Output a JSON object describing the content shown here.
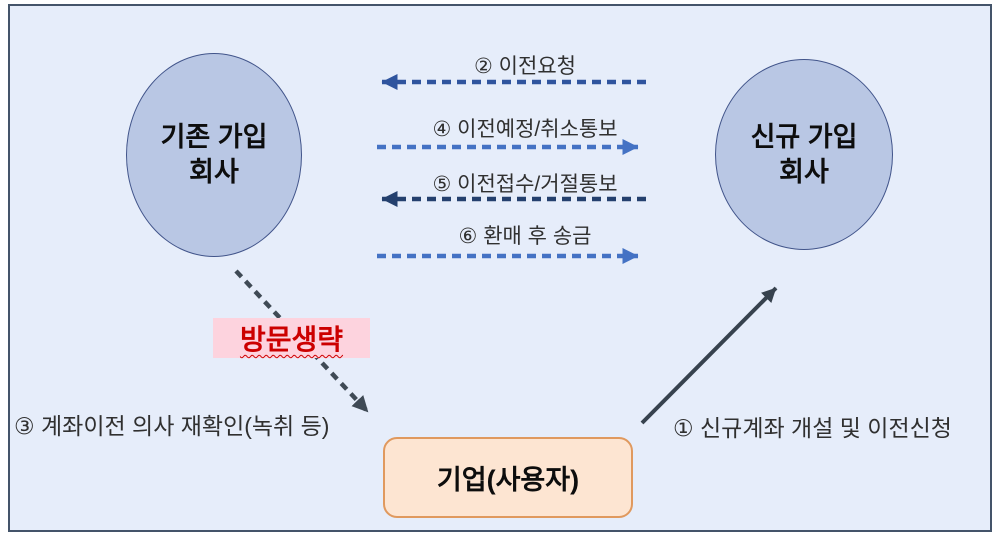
{
  "diagram": {
    "background_color": "#e6edfa",
    "frame_border_color": "#44546a",
    "nodes": {
      "existing_company": {
        "label": "기존 가입\n회사",
        "fill": "#b9c7e4",
        "shape": "ellipse"
      },
      "new_company": {
        "label": "신규 가입\n회사",
        "fill": "#b9c7e4",
        "shape": "ellipse"
      },
      "enterprise_user": {
        "label": "기업(사용자)",
        "fill": "#fde5d2",
        "border_color": "#e0995e",
        "shape": "rounded-rect"
      }
    },
    "flows": [
      {
        "label": "② 이전요청",
        "direction": "left",
        "style": "dashed",
        "color": "#2f549e"
      },
      {
        "label": "④ 이전예정/취소통보",
        "direction": "right",
        "style": "dashed",
        "color": "#4472c4"
      },
      {
        "label": "⑤ 이전접수/거절통보",
        "direction": "left",
        "style": "dashed",
        "color": "#24406e"
      },
      {
        "label": "⑥ 환매 후 송금",
        "direction": "right",
        "style": "dashed",
        "color": "#4472c4"
      }
    ],
    "connectors": {
      "visit_skip_arrow": {
        "style": "dashed",
        "color": "#3f4a55"
      },
      "new_account_arrow": {
        "style": "solid",
        "color": "#37424e"
      }
    },
    "visit_skip": {
      "text": "방문생략",
      "bg": "#fdd3de",
      "text_color": "#cc0000"
    },
    "step_labels": {
      "step1": "① 신규계좌 개설 및 이전신청",
      "step3": "③ 계좌이전 의사 재확인(녹취 등)"
    }
  }
}
